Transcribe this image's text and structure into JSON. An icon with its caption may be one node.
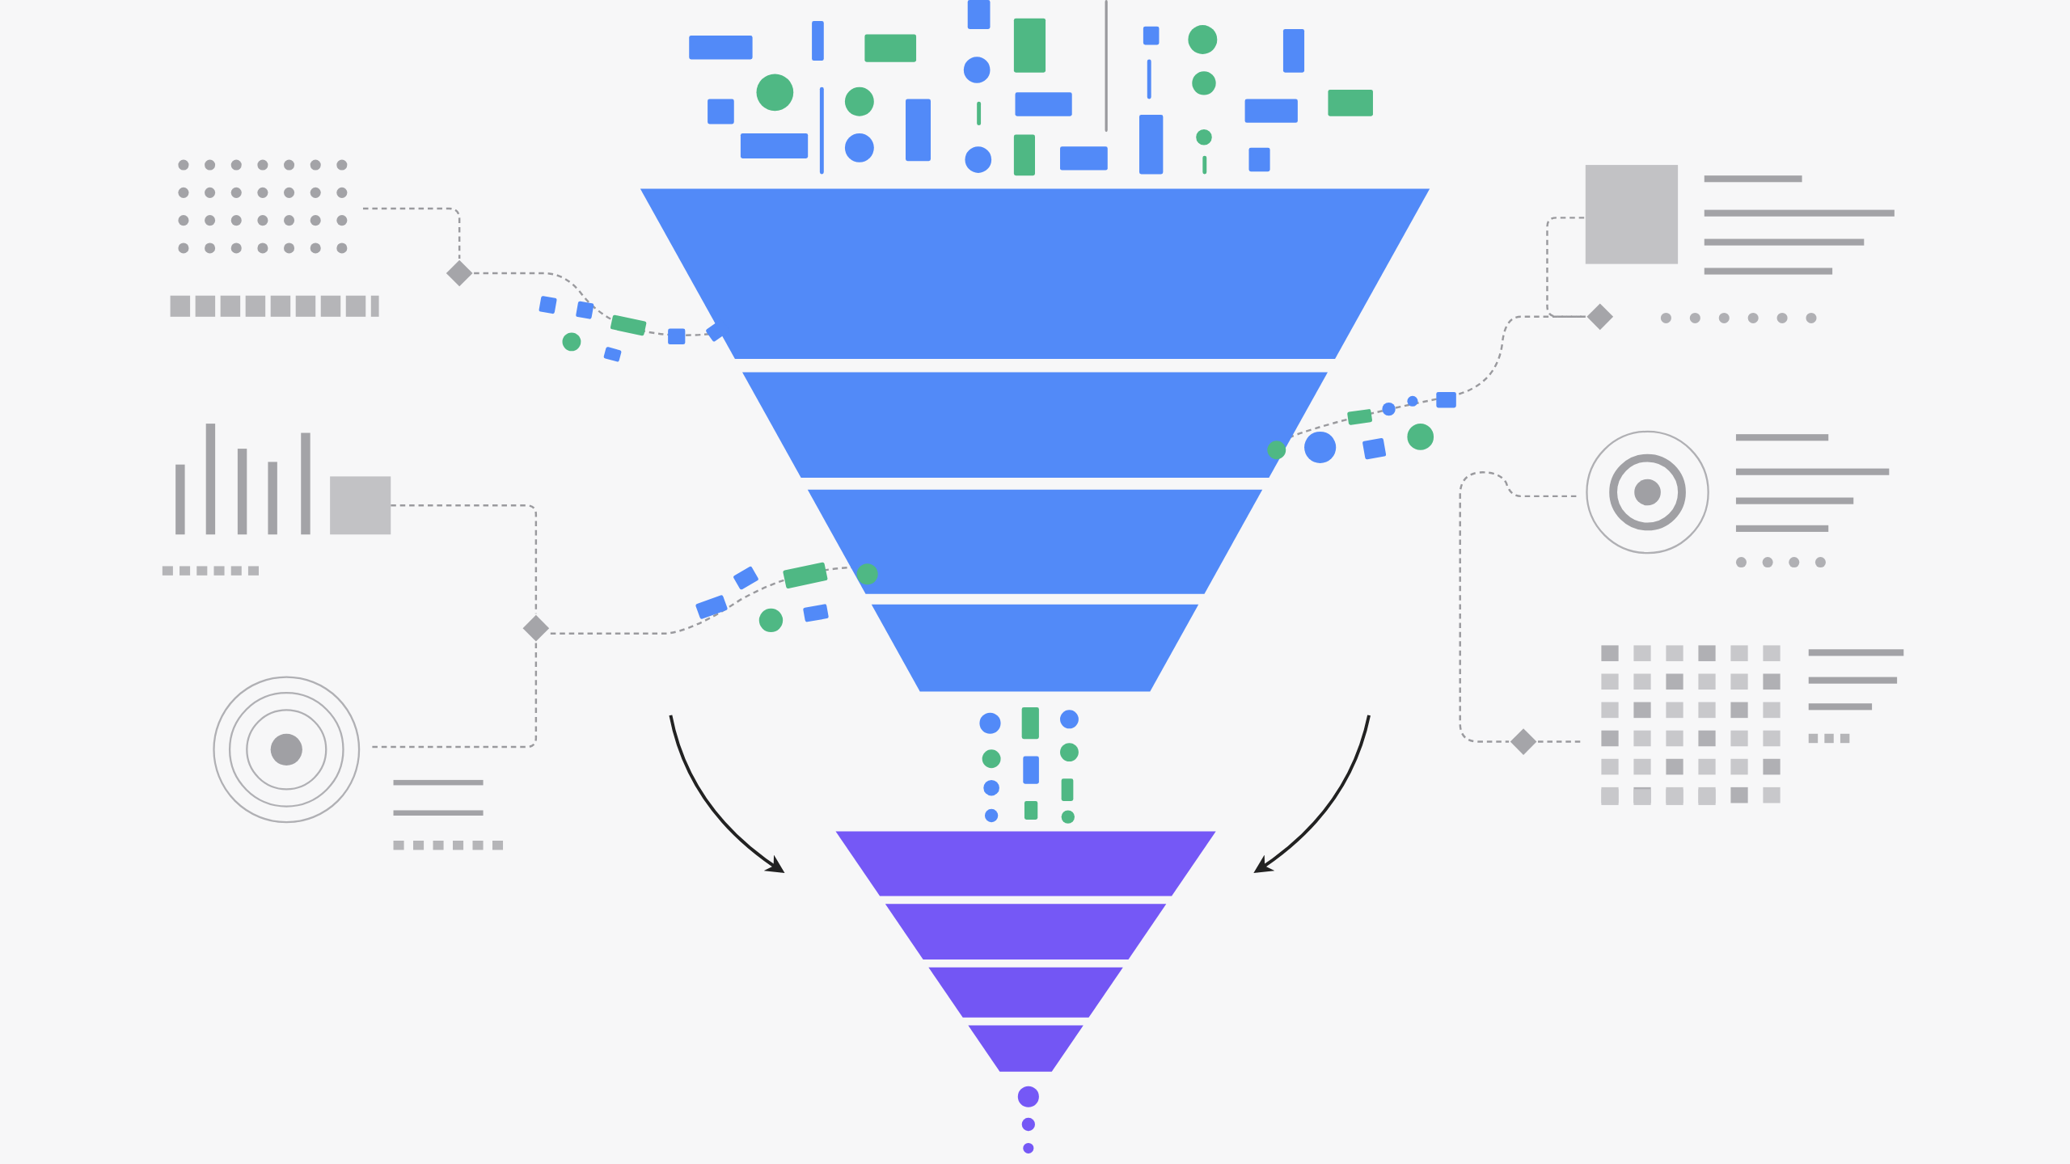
{
  "diagram": {
    "nodes": [
      {
        "text": [],
        "shape": "trapezoid"
      },
      {
        "text": [],
        "shape": "trapezoid"
      },
      {
        "text": [],
        "shape": "trapezoid"
      },
      {
        "text": [],
        "shape": "trapezoid"
      },
      {
        "text": [],
        "shape": "trapezoid"
      },
      {
        "text": [],
        "shape": "trapezoid"
      },
      {
        "text": [],
        "shape": "trapezoid"
      },
      {
        "text": [],
        "shape": "trapezoid"
      },
      {
        "text": [],
        "shape": "picture"
      },
      {
        "text": [],
        "shape": "picture"
      },
      {
        "text": [],
        "shape": "picture"
      },
      {
        "text": [],
        "shape": "picture"
      },
      {
        "text": [],
        "shape": "picture"
      },
      {
        "text": [],
        "shape": "picture"
      },
      {
        "text": [],
        "shape": "diamond"
      },
      {
        "text": [],
        "shape": "diamond"
      },
      {
        "text": [],
        "shape": "diamond"
      },
      {
        "text": [],
        "shape": "diamond"
      }
    ],
    "edges": [
      {
        "from": 8,
        "to": 14,
        "arrow": "none",
        "style": "dashed"
      },
      {
        "from": 14,
        "to": 0,
        "arrow": "none",
        "style": "dashed"
      },
      {
        "from": 9,
        "to": 15,
        "arrow": "none",
        "style": "dashed"
      },
      {
        "from": 10,
        "to": 15,
        "arrow": "none",
        "style": "dashed"
      },
      {
        "from": 15,
        "to": 2,
        "arrow": "none",
        "style": "dashed"
      },
      {
        "from": 11,
        "to": 16,
        "arrow": "none",
        "style": "dashed"
      },
      {
        "from": 16,
        "to": 1,
        "arrow": "none",
        "style": "dashed"
      },
      {
        "from": 12,
        "to": 17,
        "arrow": "none",
        "style": "dashed"
      },
      {
        "from": 17,
        "to": 13,
        "arrow": "none",
        "style": "dashed"
      },
      {
        "from": null,
        "to": 4,
        "arrow": "to",
        "color": "#222222"
      },
      {
        "from": null,
        "to": 4,
        "arrow": "to",
        "color": "#222222"
      }
    ]
  }
}
